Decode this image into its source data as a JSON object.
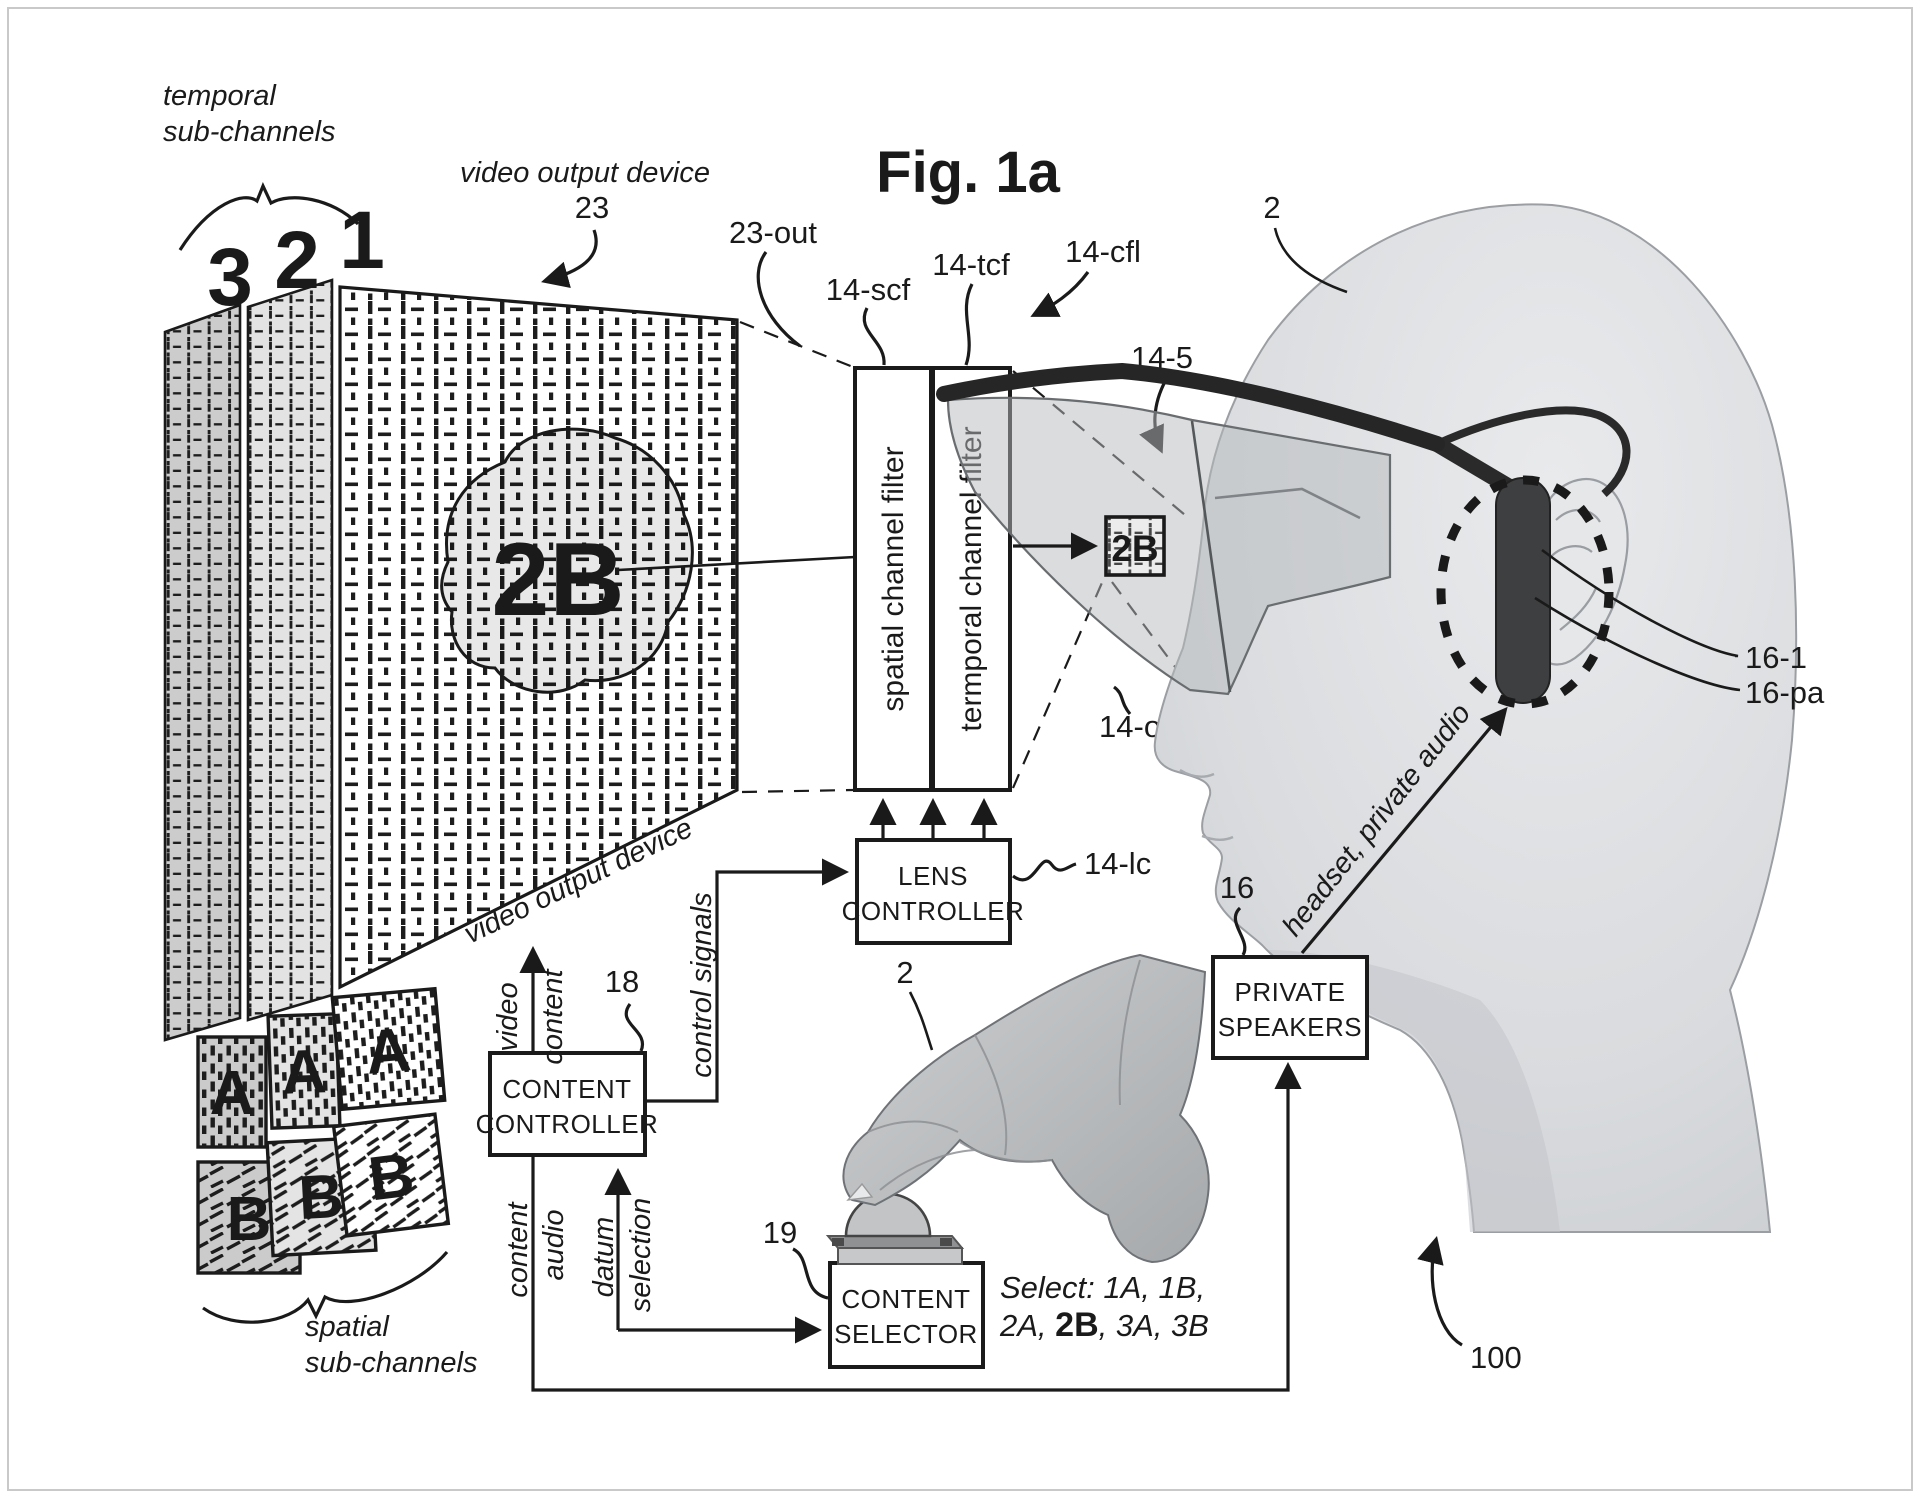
{
  "frame": {
    "title": "Fig. 1a"
  },
  "display": {
    "temporal_label_1": "temporal",
    "temporal_label_2": "sub-channels",
    "spatial_label_1": "spatial",
    "spatial_label_2": "sub-channels",
    "device_label_top": "video output device",
    "device_label_bottom": "video output device",
    "device_ref": "23",
    "channel_1": "1",
    "channel_2": "2",
    "channel_3": "3",
    "blob_label": "2B",
    "sub_a": "A",
    "sub_b": "B"
  },
  "filters": {
    "spatial": "spatial channel filter",
    "temporal": "termporal channel filter",
    "chip_label": "2B"
  },
  "refs": {
    "out23": "23-out",
    "scf": "14-scf",
    "tcf": "14-tcf",
    "cfl": "14-cfl",
    "r145": "14-5",
    "out14": "14-out",
    "lc": "14-lc",
    "head": "2",
    "hand": "2",
    "speakers": "16",
    "ear1": "16-1",
    "earpa": "16-pa",
    "controller": "18",
    "selector": "19",
    "system": "100"
  },
  "boxes": {
    "lens_1": "LENS",
    "lens_2": "CONTROLLER",
    "content_1": "CONTENT",
    "content_2": "CONTROLLER",
    "selector_1": "CONTENT",
    "selector_2": "SELECTOR",
    "speakers_1": "PRIVATE",
    "speakers_2": "SPEAKERS"
  },
  "flows": {
    "video": "video",
    "video_content": "content",
    "control_signals": "control signals",
    "audio": "audio",
    "audio_content": "content",
    "selection": "selection",
    "datum": "datum",
    "headset": "headset, private audio"
  },
  "selection": {
    "line1": "Select: 1A, 1B,",
    "line2_pre": "2A, ",
    "line2_sel": "2B",
    "line2_post": ", 3A, 3B"
  }
}
